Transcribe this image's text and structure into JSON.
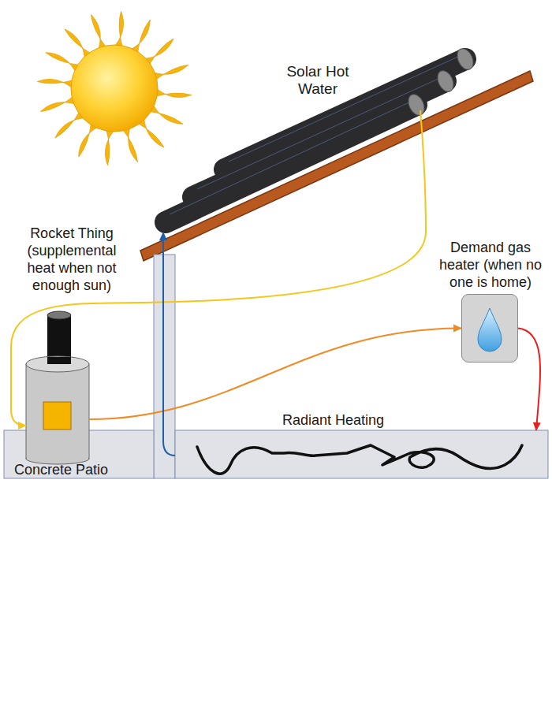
{
  "diagram": {
    "nodes": [
      {
        "text": [
          "Solar Hot Water"
        ]
      },
      {
        "text": [
          "Rocket Thing (supplemental heat when not enough sun)"
        ]
      },
      {
        "text": [
          "Demand gas heater (when no one is home)"
        ]
      },
      {
        "text": [
          "Concrete Patio"
        ]
      },
      {
        "text": [
          "Radiant Heating"
        ]
      }
    ],
    "edges": [
      {
        "from": 0,
        "to": 1,
        "arrow": "to"
      },
      {
        "from": 1,
        "to": 2,
        "arrow": "to"
      },
      {
        "from": 2,
        "to": 4,
        "arrow": "to"
      },
      {
        "from": 4,
        "to": 0,
        "arrow": "to"
      }
    ]
  }
}
